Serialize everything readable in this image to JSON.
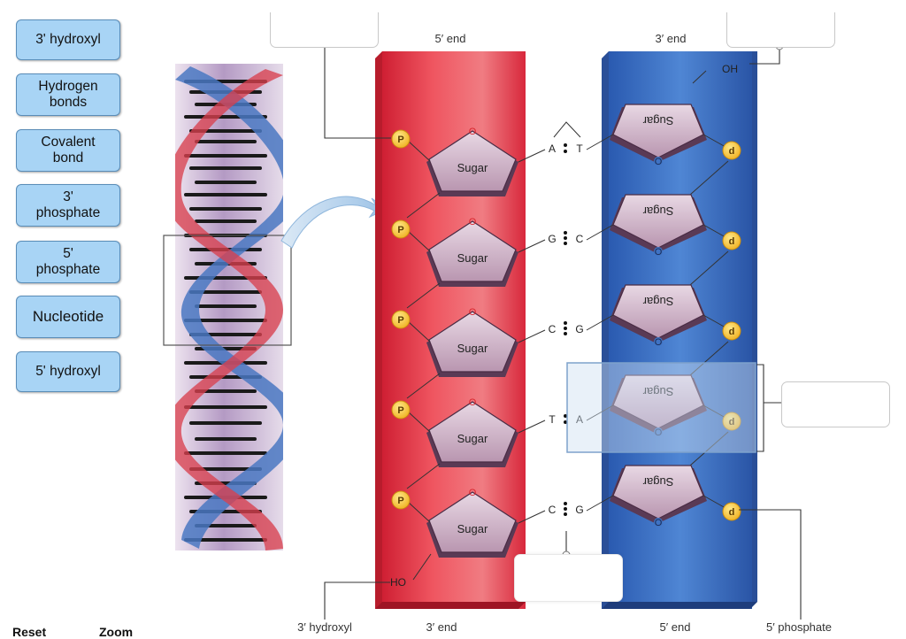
{
  "labels": [
    {
      "id": "3-hydroxyl",
      "text": "3' hydroxyl"
    },
    {
      "id": "hydrogen-bonds",
      "text": "Hydrogen\nbonds"
    },
    {
      "id": "covalent-bond",
      "text": "Covalent\nbond"
    },
    {
      "id": "3-phosphate",
      "text": "3'\nphosphate"
    },
    {
      "id": "5-phosphate",
      "text": "5'\nphosphate"
    },
    {
      "id": "nucleotide",
      "text": "Nucleotide"
    },
    {
      "id": "5-hydroxyl",
      "text": "5' hydroxyl"
    }
  ],
  "diagram": {
    "left_strand_top": "5′ end",
    "left_strand_bottom": "3′ end",
    "right_strand_top": "3′ end",
    "right_strand_bottom": "5′ end",
    "bottom_left_caption": "3′ hydroxyl",
    "bottom_right_caption": "5′ phosphate",
    "hydroxyl_top": "OH",
    "hydroxyl_bottom": "HO",
    "sugar": "Sugar",
    "phosphate_left": "P",
    "phosphate_right": "d",
    "ring_oxygen": "O",
    "base_pairs": [
      {
        "left": "A",
        "right": "T"
      },
      {
        "left": "G",
        "right": "C"
      },
      {
        "left": "C",
        "right": "G"
      },
      {
        "left": "T",
        "right": "A"
      },
      {
        "left": "C",
        "right": "G"
      }
    ]
  },
  "controls": {
    "reset": "Reset",
    "zoom": "Zoom"
  },
  "colors": {
    "label_fill": "#a8d4f5",
    "red_strand": "#e8414e",
    "blue_strand": "#3f73c4",
    "phosphate": "#f6c63a",
    "sugar": "#c8a8be"
  }
}
